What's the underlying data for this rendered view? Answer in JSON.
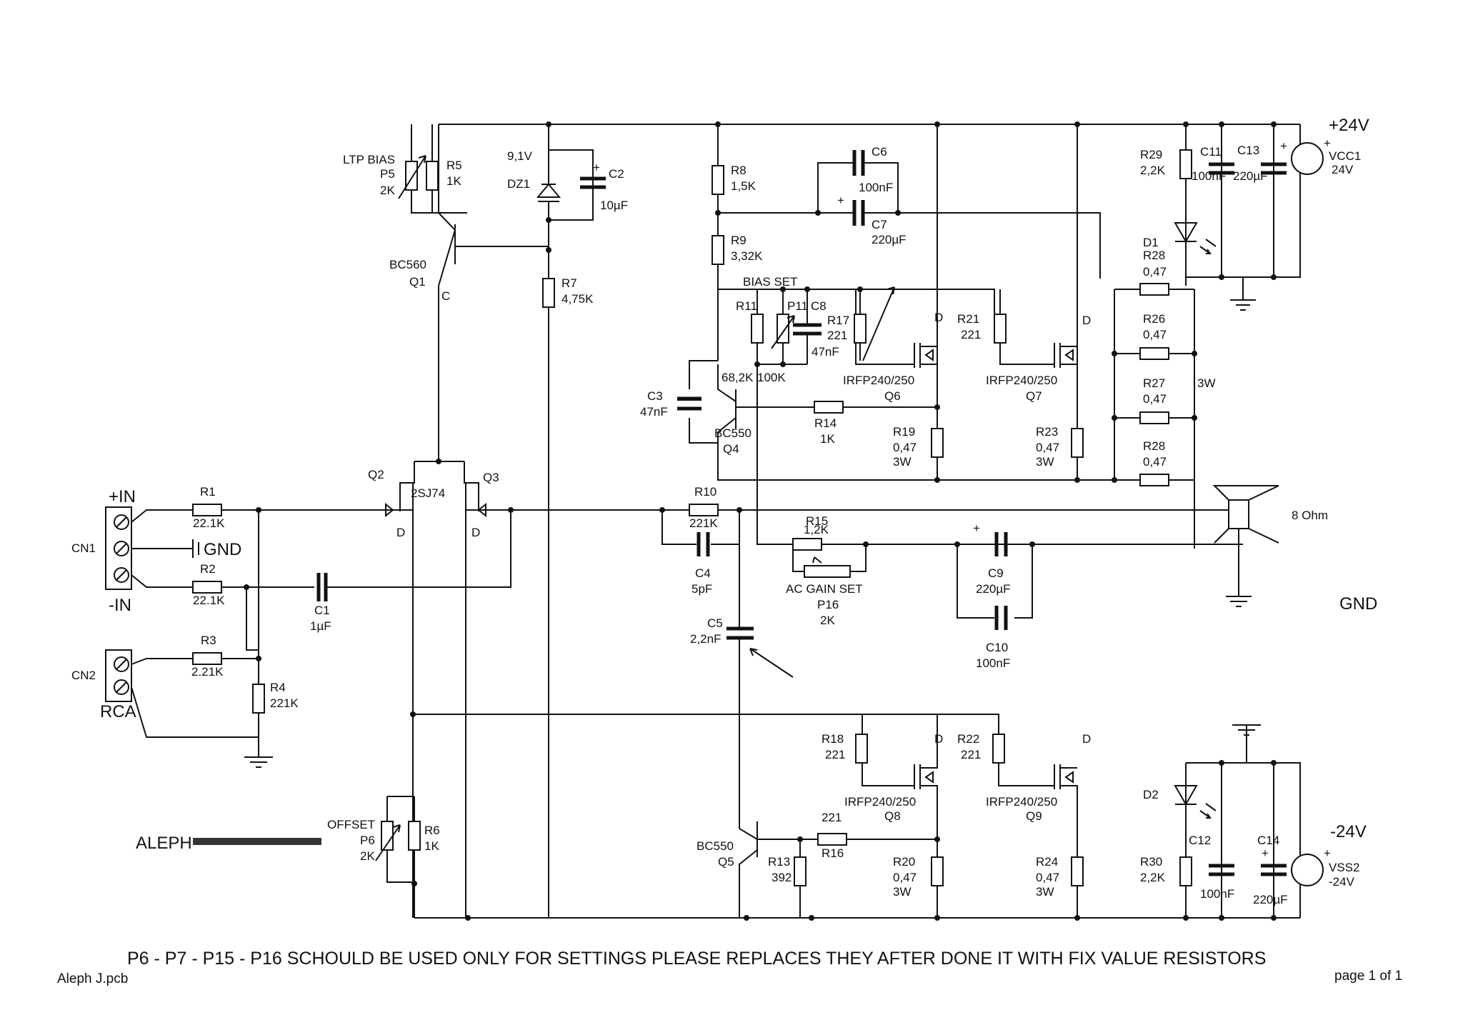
{
  "rails": {
    "pos_label": "+24V",
    "neg_label": "-24V",
    "gnd_label": "GND",
    "speaker_label": "8 Ohm"
  },
  "connectors": {
    "cn1": {
      "name": "CN1",
      "in_pos": "+IN",
      "in_neg": "-IN",
      "gnd": "GND"
    },
    "cn2": {
      "name": "CN2",
      "type": "RCA"
    }
  },
  "resistors": {
    "r1": {
      "ref": "R1",
      "value": "22.1K"
    },
    "r2": {
      "ref": "R2",
      "value": "22.1K"
    },
    "r3": {
      "ref": "R3",
      "value": "2.21K"
    },
    "r4": {
      "ref": "R4",
      "value": "221K"
    },
    "r5": {
      "ref": "R5",
      "value": "1K"
    },
    "r6": {
      "ref": "R6",
      "value": "1K"
    },
    "r7": {
      "ref": "R7",
      "value": "4,75K"
    },
    "r8": {
      "ref": "R8",
      "value": "1,5K"
    },
    "r9": {
      "ref": "R9",
      "value": "3,32K"
    },
    "r10": {
      "ref": "R10",
      "value": "221K"
    },
    "r11": {
      "ref": "R11",
      "value": "68,2K"
    },
    "r13": {
      "ref": "R13",
      "value": "392"
    },
    "r14": {
      "ref": "R14",
      "value": "1K"
    },
    "r15": {
      "ref": "R15",
      "value": "1,2K"
    },
    "r16": {
      "ref": "R16",
      "value": "221"
    },
    "r17": {
      "ref": "R17",
      "value": "221"
    },
    "r18": {
      "ref": "R18",
      "value": "221"
    },
    "r19": {
      "ref": "R19",
      "value": "0,47",
      "power": "3W"
    },
    "r20": {
      "ref": "R20",
      "value": "0,47",
      "power": "3W"
    },
    "r21": {
      "ref": "R21",
      "value": "221"
    },
    "r22": {
      "ref": "R22",
      "value": "221"
    },
    "r23": {
      "ref": "R23",
      "value": "0,47",
      "power": "3W"
    },
    "r24": {
      "ref": "R24",
      "value": "0,47",
      "power": "3W"
    },
    "r26": {
      "ref": "R26",
      "value": "0,47"
    },
    "r27": {
      "ref": "R27",
      "value": "0,47"
    },
    "r28a": {
      "ref": "R28",
      "value": "0,47"
    },
    "r28b": {
      "ref": "R28",
      "value": "0,47"
    },
    "r29": {
      "ref": "R29",
      "value": "2,2K"
    },
    "r30": {
      "ref": "R30",
      "value": "2,2K"
    },
    "shunt_power": "3W"
  },
  "pots": {
    "p5": {
      "ref": "P5",
      "value": "2K",
      "title": "LTP BIAS"
    },
    "p6": {
      "ref": "P6",
      "value": "2K",
      "title": "OFFSET"
    },
    "p11": {
      "ref": "P11",
      "value": "100K",
      "title": "BIAS SET"
    },
    "p16": {
      "ref": "P16",
      "value": "2K",
      "title": "AC GAIN SET"
    }
  },
  "capacitors": {
    "c1": {
      "ref": "C1",
      "value": "1µF"
    },
    "c2": {
      "ref": "C2",
      "value": "10µF"
    },
    "c3": {
      "ref": "C3",
      "value": "47nF"
    },
    "c4": {
      "ref": "C4",
      "value": "5pF"
    },
    "c5": {
      "ref": "C5",
      "value": "2,2nF"
    },
    "c6": {
      "ref": "C6",
      "value": "100nF"
    },
    "c7": {
      "ref": "C7",
      "value": "220µF"
    },
    "c8": {
      "ref": "C8",
      "value": "47nF"
    },
    "c9": {
      "ref": "C9",
      "value": "220µF"
    },
    "c10": {
      "ref": "C10",
      "value": "100nF"
    },
    "c11": {
      "ref": "C11",
      "value": "100nF"
    },
    "c12": {
      "ref": "C12",
      "value": "100nF"
    },
    "c13": {
      "ref": "C13",
      "value": "220µF"
    },
    "c14": {
      "ref": "C14",
      "value": "220µF"
    }
  },
  "semis": {
    "q1": {
      "ref": "Q1",
      "part": "BC560",
      "pin": "C"
    },
    "q2": {
      "ref": "Q2"
    },
    "q3": {
      "ref": "Q3"
    },
    "dual_fet": "2SJ74",
    "drain": "D",
    "q4": {
      "ref": "Q4",
      "part": "BC550"
    },
    "q5": {
      "ref": "Q5",
      "part": "BC550"
    },
    "q6": {
      "ref": "Q6",
      "part": "IRFP240/250"
    },
    "q7": {
      "ref": "Q7",
      "part": "IRFP240/250"
    },
    "q8": {
      "ref": "Q8",
      "part": "IRFP240/250"
    },
    "q9": {
      "ref": "Q9",
      "part": "IRFP240/250"
    },
    "dz1": {
      "ref": "DZ1",
      "value": "9,1V"
    },
    "d1": {
      "ref": "D1"
    },
    "d2": {
      "ref": "D2"
    }
  },
  "supplies": {
    "vcc1": {
      "ref": "VCC1",
      "value": "24V"
    },
    "vss2": {
      "ref": "VSS2",
      "value": "-24V"
    }
  },
  "title_block": {
    "project": "ALEPH",
    "note": "P6 - P7 - P15 - P16 SCHOULD  BE USED ONLY FOR SETTINGS PLEASE REPLACES THEY AFTER DONE IT WITH FIX VALUE RESISTORS",
    "file": "Aleph J.pcb",
    "page": "page 1 of 1"
  }
}
